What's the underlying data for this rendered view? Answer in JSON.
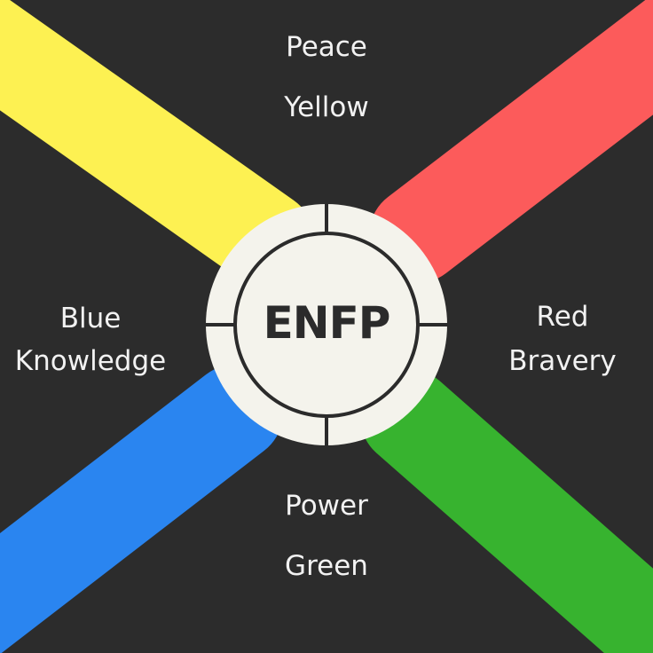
{
  "center_label": "ENFP",
  "top": {
    "line1": "Peace",
    "line2": "Yellow"
  },
  "right": {
    "line1": "Red",
    "line2": "Bravery"
  },
  "bottom": {
    "line1": "Power",
    "line2": "Green"
  },
  "left": {
    "line1": "Blue",
    "line2": "Knowledge"
  },
  "colors": {
    "background": "#2c2c2c",
    "yellow": "#fdf152",
    "red": "#fc5b5b",
    "green": "#37b32f",
    "blue": "#2a85f0",
    "disc": "#f4f3ec",
    "ring": "#2b2b2b"
  }
}
